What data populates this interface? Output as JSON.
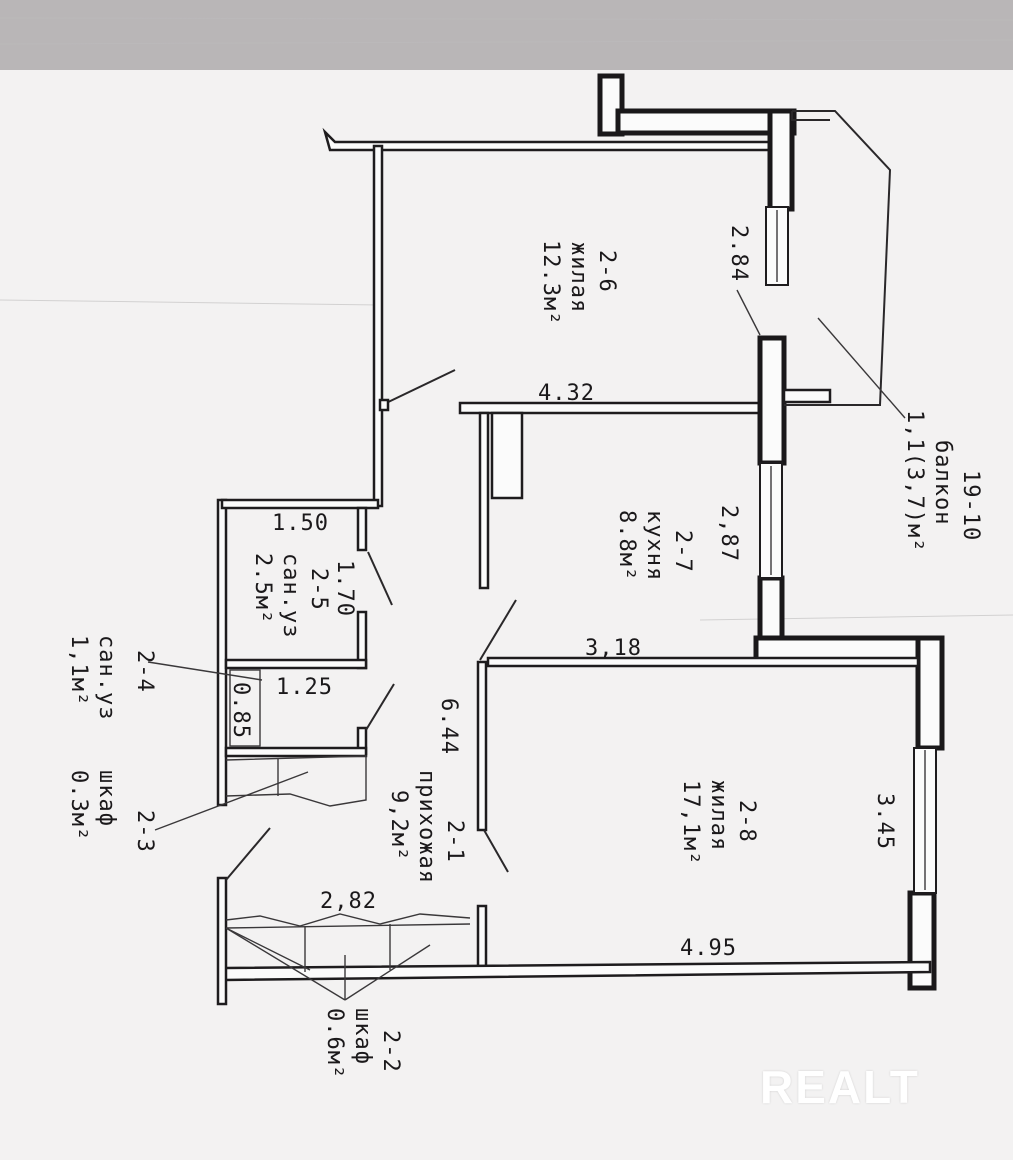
{
  "rooms": {
    "r26": {
      "code": "2-6",
      "name": "жилая",
      "area": "12.3м²"
    },
    "r27": {
      "code": "2-7",
      "name": "кухня",
      "area": "8.8м²"
    },
    "r28": {
      "code": "2-8",
      "name": "жилая",
      "area": "17,1м²"
    },
    "r21": {
      "code": "2-1",
      "name": "прихожая",
      "area": "9,2м²"
    },
    "r25": {
      "code": "2-5",
      "name": "сан.уз",
      "area": "2.5м²"
    },
    "r24": {
      "code": "2-4",
      "name": "сан.уз",
      "area": "1,1м²"
    },
    "r23": {
      "code": "2-3",
      "name": "шкаф",
      "area": "0.3м²"
    },
    "r22": {
      "code": "2-2",
      "name": "шкаф",
      "area": "0.6м²"
    },
    "balcony": {
      "code": "19-10",
      "name": "балкон",
      "area": "1,1(3,7)м²"
    }
  },
  "dimensions": {
    "d284": "2.84",
    "d432": "4.32",
    "d287": "2,87",
    "d318": "3,18",
    "d345": "3.45",
    "d495": "4.95",
    "d150": "1.50",
    "d170": "1.70",
    "d125": "1.25",
    "d085": "0.85",
    "d644": "6.44",
    "d282": "2,82"
  },
  "watermark": {
    "text": "REALT"
  }
}
